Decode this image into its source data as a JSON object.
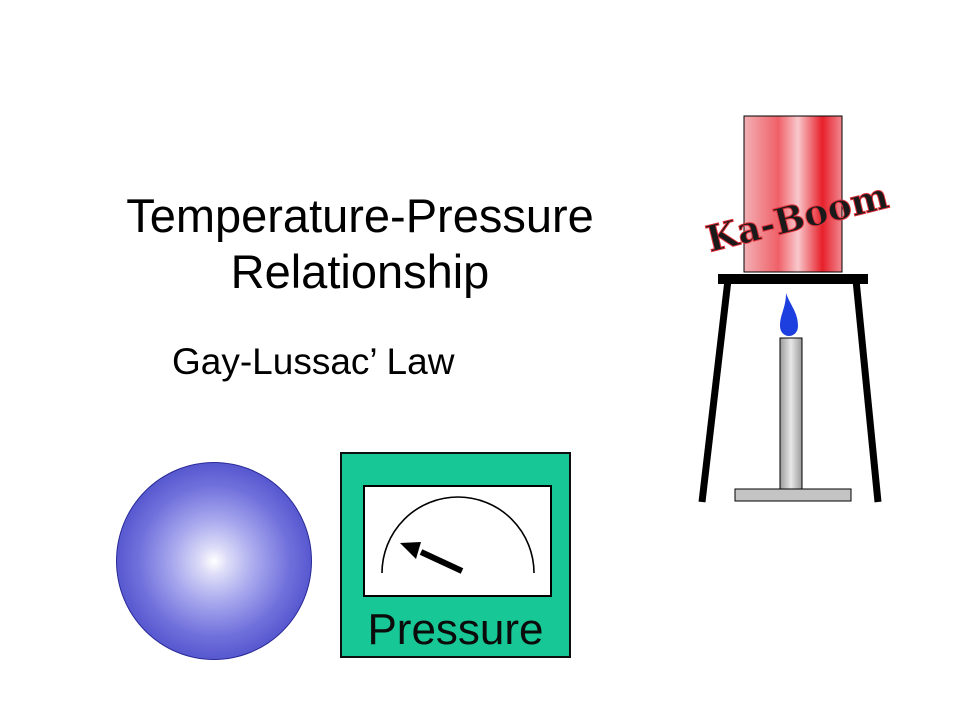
{
  "slide": {
    "title_line1": "Temperature-Pressure",
    "title_line2": "Relationship",
    "subtitle": "Gay-Lussac’ Law",
    "gauge_label": "Pressure",
    "burst_text": "Ka-Boom"
  },
  "icons": {
    "ball": "sphere-icon",
    "gauge": "pressure-gauge-icon",
    "apparatus": "burner-stand-icon"
  },
  "colors": {
    "gauge_background": "#17c796",
    "sphere": "#5a5ad4",
    "canister": "#e8202a",
    "flame": "#1e3fe0"
  }
}
